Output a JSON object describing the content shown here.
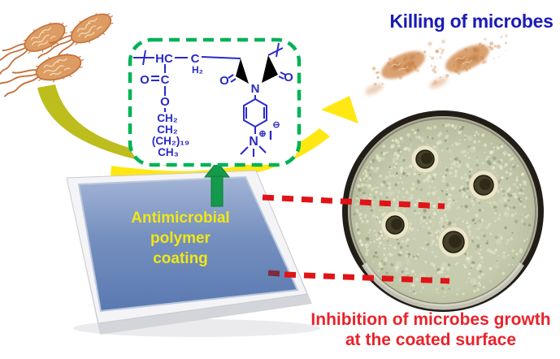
{
  "texts": {
    "killing_of_microbes": "Killing of microbes",
    "coating_line1": "Antimicrobial",
    "coating_line2": "polymer",
    "coating_line3": "coating",
    "inhibition_line1": "Inhibition of microbes growth",
    "inhibition_line2": "at the coated surface"
  },
  "structure": {
    "backbone_hc": "HC",
    "backbone_c": "C",
    "backbone_h2": "H₂",
    "carbonyl_o": "O",
    "ester_c": "C",
    "ester_o": "O",
    "chain_ch2_a": "CH₂",
    "chain_ch2_b": "CH₂",
    "chain_ch2_19": "(CH₂)₁₉",
    "chain_ch3": "CH₃",
    "imide_o_left": "O",
    "imide_n": "N",
    "imide_o_right": "O",
    "ammonium_n": "N",
    "ammonium_plus": "⊕",
    "iodide_i": "I",
    "iodide_minus": "⊖"
  },
  "scene": {
    "live_bacteria_count": 3,
    "dead_microbes_count": 2,
    "petri_dish_wells": 4,
    "red_dashed_pointer_lines": 2
  },
  "colors": {
    "killing_text": "#1b1bb5",
    "inhibition_text": "#e8232b",
    "coating_text": "#f2e713",
    "structure_blue": "#2a2ac8",
    "box_green": "#00b255",
    "arrow_green": "#15994a",
    "arrow_green_edge": "#0d7a3c",
    "arrow_yellow": "#ffe712",
    "arrow_olive": "#bdbd1e",
    "dash_red": "#e01317",
    "slab_blue_light": "#a3b4d6",
    "slab_blue_dark": "#5a79b1",
    "agar_green": "#c6cbae",
    "bacteria_body": "#dc9c64",
    "bacteria_outline": "#c4713a"
  }
}
